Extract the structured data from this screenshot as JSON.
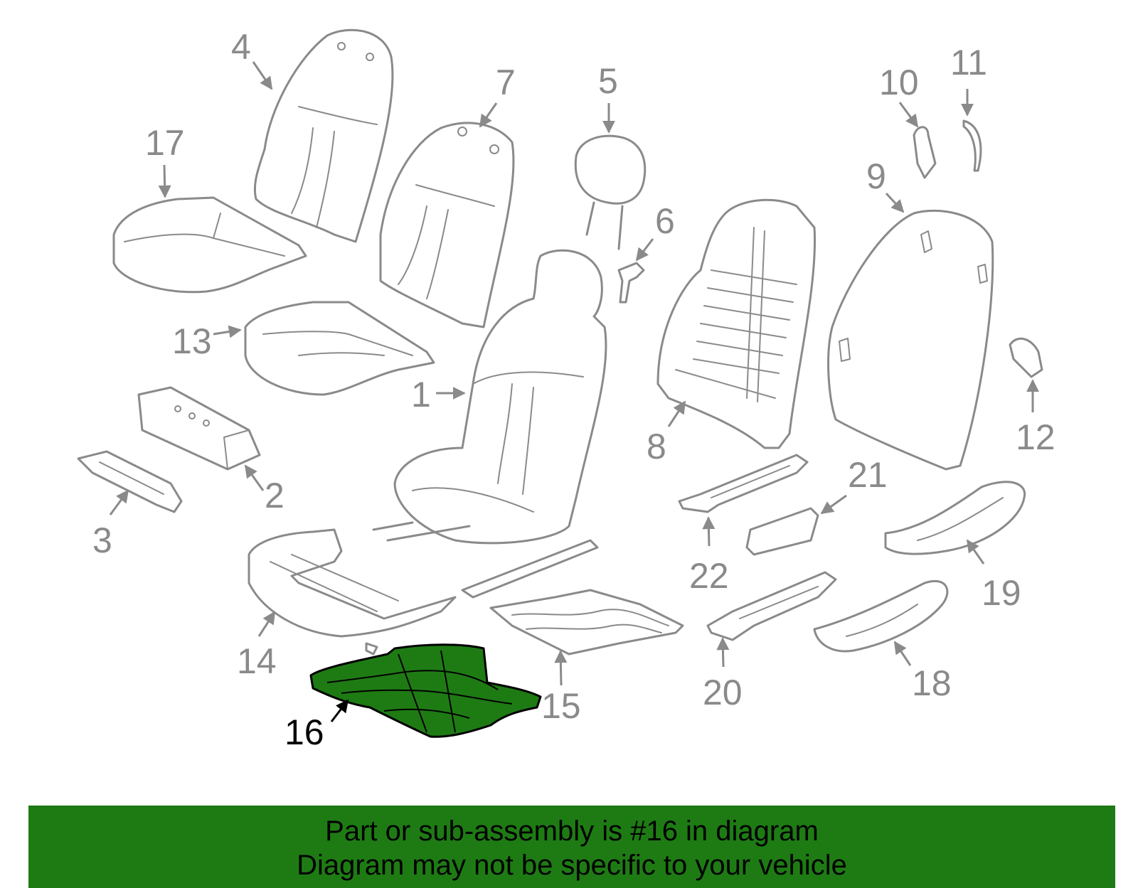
{
  "colors": {
    "banner": "#1e7b14",
    "highlighted_part": "#1e7b14",
    "part_outline": "#8a8a8a",
    "highlight_text": "#000000"
  },
  "callouts": [
    "1",
    "2",
    "3",
    "4",
    "5",
    "6",
    "7",
    "8",
    "9",
    "10",
    "11",
    "12",
    "13",
    "14",
    "15",
    "16",
    "17",
    "18",
    "19",
    "20",
    "21",
    "22"
  ],
  "highlighted_part": "16",
  "banner": {
    "line1": "Part or sub-assembly is #16 in diagram",
    "line2": "Diagram may not be specific to your vehicle"
  }
}
